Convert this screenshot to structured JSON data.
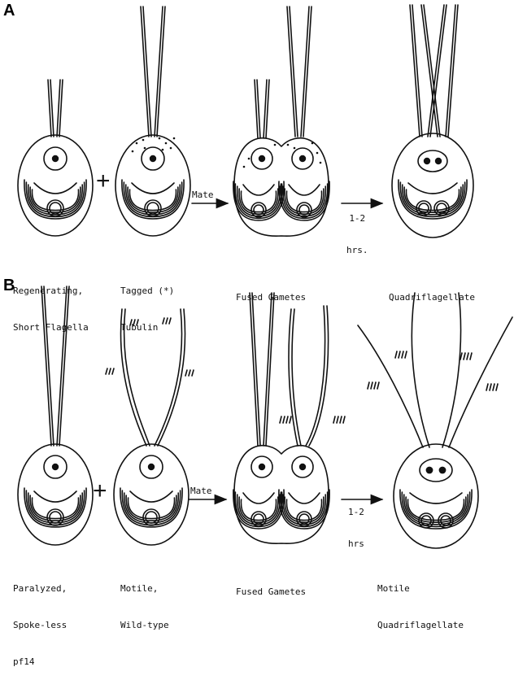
{
  "panels": {
    "a": {
      "label": "A",
      "captions": {
        "regenerating": [
          "Regenerating,",
          "Short Flagella"
        ],
        "tagged": [
          "Tagged (*)",
          "Tubulin"
        ],
        "fused": [
          "Fused Gametes"
        ],
        "quad": [
          "Quadriflagellate"
        ]
      },
      "mate_label": "Mate",
      "time_label": [
        "1-2",
        "hrs."
      ],
      "plus": "+"
    },
    "b": {
      "label": "B",
      "captions": {
        "paralyzed": [
          "Paralyzed,",
          "Spoke-less",
          "pf14"
        ],
        "motile": [
          "Motile,",
          "Wild-type"
        ],
        "fused": [
          "Fused Gametes"
        ],
        "quad": [
          "Motile",
          "Quadriflagellate"
        ]
      },
      "mate_label": "Mate",
      "time_label": [
        "1-2",
        "hrs"
      ],
      "plus": "+"
    }
  },
  "colors": {
    "ink": "#111111",
    "background": "#ffffff"
  }
}
